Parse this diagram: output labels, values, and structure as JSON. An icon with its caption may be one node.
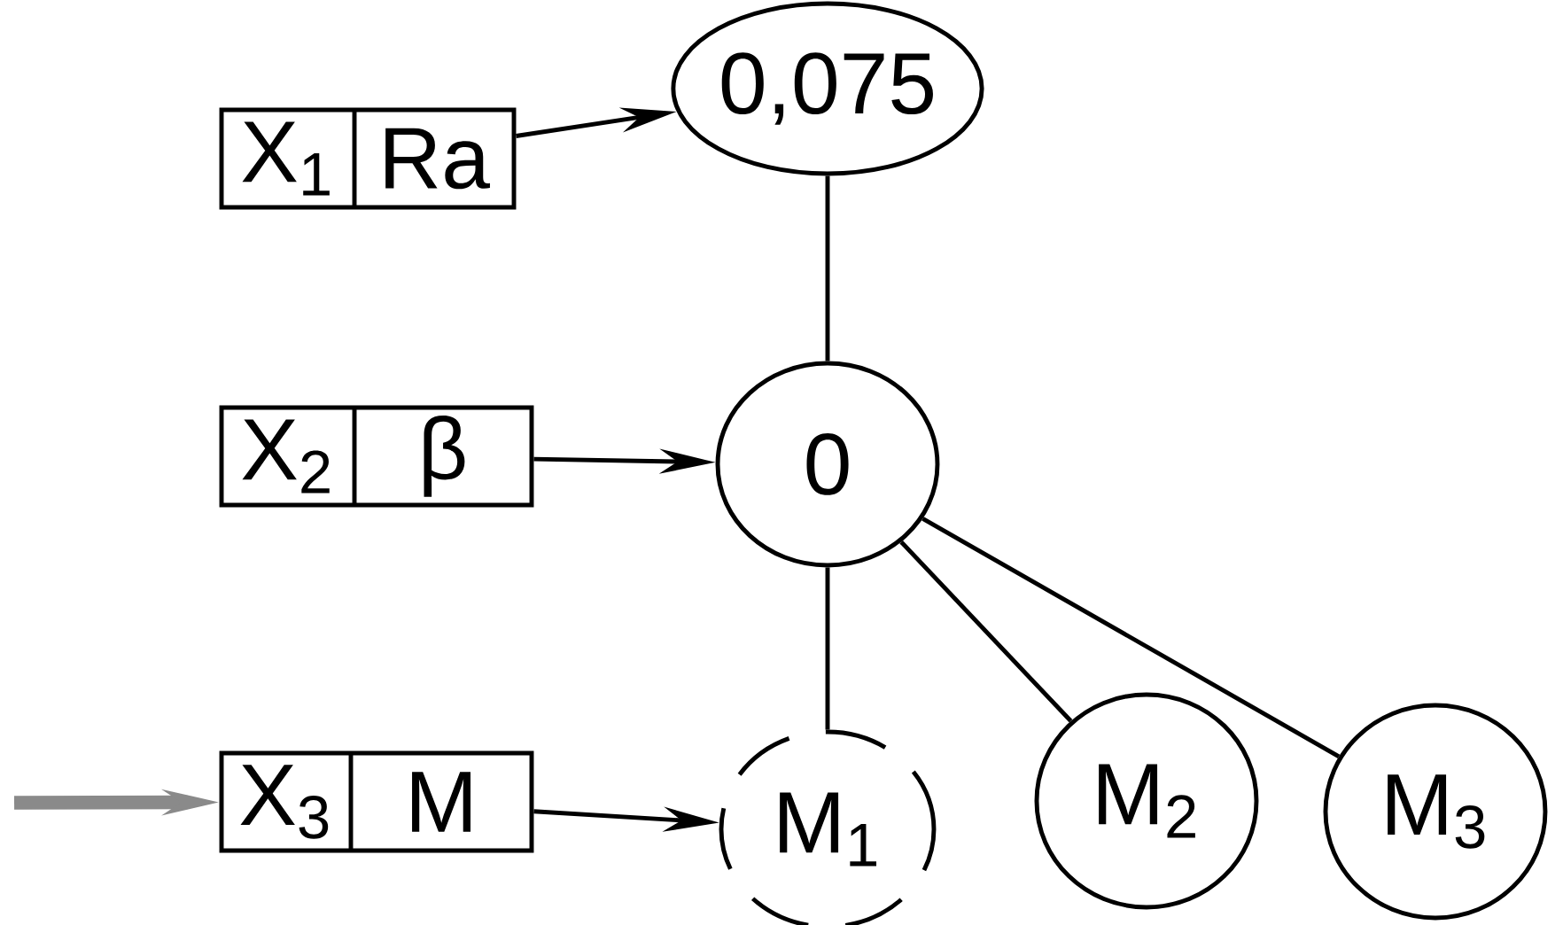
{
  "diagram": {
    "nodes": [
      {
        "text": [
          "X$_{1}$",
          "Ra"
        ]
      },
      {
        "text": [
          "0,075"
        ]
      },
      {
        "text": [
          "X$_{2}$",
          "β"
        ]
      },
      {
        "text": [
          "0"
        ]
      },
      {
        "text": [
          "X$_{3}$",
          "M"
        ]
      },
      {
        "text": [
          "M$_{1}$"
        ]
      },
      {
        "text": [
          "M$_{2}$"
        ]
      },
      {
        "text": [
          "M$_{3}$"
        ]
      }
    ],
    "edges": [
      {
        "from": 0,
        "to": 1,
        "arrow": "to"
      },
      {
        "from": 2,
        "to": 3,
        "arrow": "to"
      },
      {
        "from": 4,
        "to": 5,
        "arrow": "to"
      },
      {
        "from": null,
        "to": 4,
        "arrow": "to",
        "style": "thick",
        "color": "#8a8a8a"
      },
      {
        "from": 1,
        "to": 3,
        "arrow": "none"
      },
      {
        "from": 3,
        "to": 5,
        "arrow": "none"
      },
      {
        "from": 3,
        "to": 6,
        "arrow": "none"
      },
      {
        "from": 3,
        "to": 7,
        "arrow": "none"
      }
    ]
  }
}
